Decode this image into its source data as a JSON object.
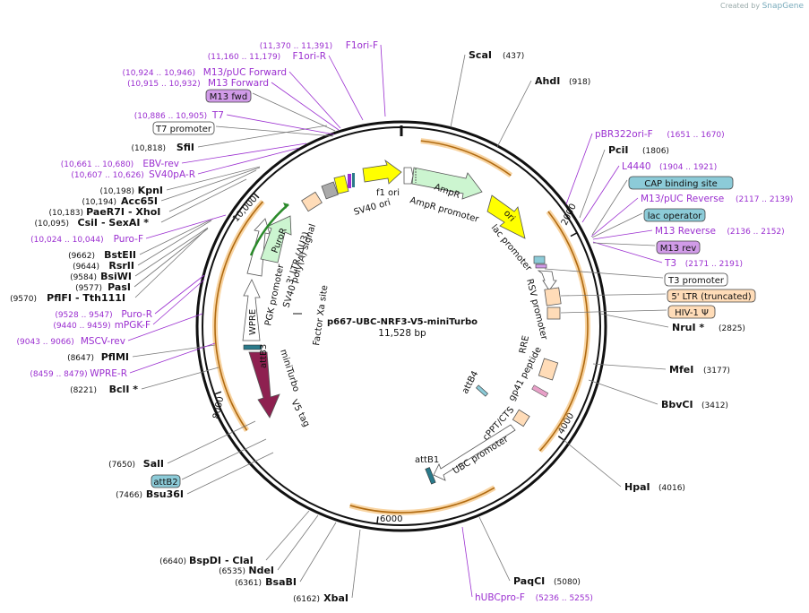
{
  "watermark": {
    "prefix": "Created by",
    "brand": "SnapGene"
  },
  "plasmid": {
    "name": "p667-UBC-NRF3-V5-miniTurbo",
    "length": "11,528 bp"
  },
  "ticks": [
    "2000",
    "4000",
    "6000",
    "8000",
    "10,000"
  ],
  "right_sites": [
    {
      "name": "ScaI",
      "pos": "(437)"
    },
    {
      "name": "AhdI",
      "pos": "(918)"
    },
    {
      "name": "PciI",
      "pos": "(1806)"
    },
    {
      "name": "NruI *",
      "pos": "(2825)"
    },
    {
      "name": "MfeI",
      "pos": "(3177)"
    },
    {
      "name": "BbvCI",
      "pos": "(3412)"
    },
    {
      "name": "HpaI",
      "pos": "(4016)"
    },
    {
      "name": "PaqCI",
      "pos": "(5080)"
    }
  ],
  "right_primers": [
    {
      "name": "pBR322ori-F",
      "pos": "(1651 .. 1670)"
    },
    {
      "name": "L4440",
      "pos": "(1904 .. 1921)"
    },
    {
      "name": "M13/pUC Reverse",
      "pos": "(2117 .. 2139)"
    },
    {
      "name": "M13 Reverse",
      "pos": "(2136 .. 2152)"
    },
    {
      "name": "T3",
      "pos": "(2171 .. 2191)"
    },
    {
      "name": "hUBCpro-F",
      "pos": "(5236 .. 5255)"
    }
  ],
  "right_boxes": [
    {
      "name": "CAP binding site",
      "style": "teal"
    },
    {
      "name": "lac operator",
      "style": "teal"
    },
    {
      "name": "M13 rev",
      "style": "purple"
    },
    {
      "name": "T3 promoter",
      "style": "white"
    },
    {
      "name": "5' LTR (truncated)",
      "style": "peach"
    },
    {
      "name": "HIV-1 Ψ",
      "style": "peach"
    }
  ],
  "left_sites": [
    {
      "name": "SfiI",
      "pos": "(10,818)"
    },
    {
      "name": "KpnI",
      "pos": "(10,198)"
    },
    {
      "name": "Acc65I",
      "pos": "(10,194)"
    },
    {
      "name": "PaeR7I",
      "pos": "(10,183)",
      "extra": "- XhoI"
    },
    {
      "name": "CsiI",
      "pos": "(10,095)",
      "extra": "- SexAI *"
    },
    {
      "name": "BstEII",
      "pos": "(9662)"
    },
    {
      "name": "RsrII",
      "pos": "(9644)"
    },
    {
      "name": "BsiWI",
      "pos": "(9584)"
    },
    {
      "name": "PasI",
      "pos": "(9577)"
    },
    {
      "name": "PflFI",
      "pos": "(9570)",
      "extra": "- Tth111I"
    },
    {
      "name": "PflMI",
      "pos": "(8647)"
    },
    {
      "name": "BclI *",
      "pos": "(8221)"
    },
    {
      "name": "SalI",
      "pos": "(7650)"
    },
    {
      "name": "Bsu36I",
      "pos": "(7466)"
    },
    {
      "name": "BspDI",
      "pos": "(6640)",
      "extra": "- ClaI"
    },
    {
      "name": "NdeI",
      "pos": "(6535)"
    },
    {
      "name": "BsaBI",
      "pos": "(6361)"
    },
    {
      "name": "XbaI",
      "pos": "(6162)"
    }
  ],
  "left_primers": [
    {
      "name": "F1ori-F",
      "pos": "(11,370 .. 11,391)"
    },
    {
      "name": "F1ori-R",
      "pos": "(11,160 .. 11,179)"
    },
    {
      "name": "M13/pUC Forward",
      "pos": "(10,924 .. 10,946)"
    },
    {
      "name": "M13 Forward",
      "pos": "(10,915 .. 10,932)"
    },
    {
      "name": "T7",
      "pos": "(10,886 .. 10,905)"
    },
    {
      "name": "EBV-rev",
      "pos": "(10,661 .. 10,680)"
    },
    {
      "name": "SV40pA-R",
      "pos": "(10,607 .. 10,626)"
    },
    {
      "name": "Puro-F",
      "pos": "(10,024 .. 10,044)"
    },
    {
      "name": "Puro-R",
      "pos": "(9528 .. 9547)"
    },
    {
      "name": "mPGK-F",
      "pos": "(9440 .. 9459)"
    },
    {
      "name": "MSCV-rev",
      "pos": "(9043 .. 9066)"
    },
    {
      "name": "WPRE-R",
      "pos": "(8459 .. 8479)"
    }
  ],
  "left_boxes": [
    {
      "name": "M13 fwd",
      "style": "purple"
    },
    {
      "name": "T7 promoter",
      "style": "white"
    },
    {
      "name": "attB2",
      "style": "teal"
    }
  ],
  "features": {
    "f1_ori": "f1 ori",
    "ampr": "AmpR",
    "ampr_promoter": "AmpR promoter",
    "ori": "ori",
    "lac_promoter": "lac promoter",
    "rsv_promoter": "RSV promoter",
    "rre": "RRE",
    "gp41": "gp41 peptide",
    "attb4": "attB4",
    "cppt": "cPPT/CTS",
    "ubc": "UBC promoter",
    "attb1": "attB1",
    "v5": "V5 tag",
    "miniturbo": "miniTurbo",
    "attb3": "attB3",
    "wpre": "WPRE",
    "pgk": "PGK promoter",
    "puror": "PuroR",
    "ltr3": "3' LTR (ΔU3)",
    "sv40pa": "SV40 poly(A) signal",
    "sv40ori": "SV40 ori",
    "factorxa": "Factor Xa site"
  },
  "colors": {
    "ring": "#111111",
    "orf_arrow": "#f0a030",
    "primer": "#9b2fd0",
    "ampr_fill": "#ccf5d0",
    "f1ori_fill": "#ffff00",
    "ori_fill": "#ffff00",
    "ltr_fill": "#ffdcb8",
    "miniturbo_fill": "#8e2050",
    "teal_box": "#8ccbd8",
    "purple_box": "#d19be8",
    "peach_box": "#ffdcb8"
  }
}
